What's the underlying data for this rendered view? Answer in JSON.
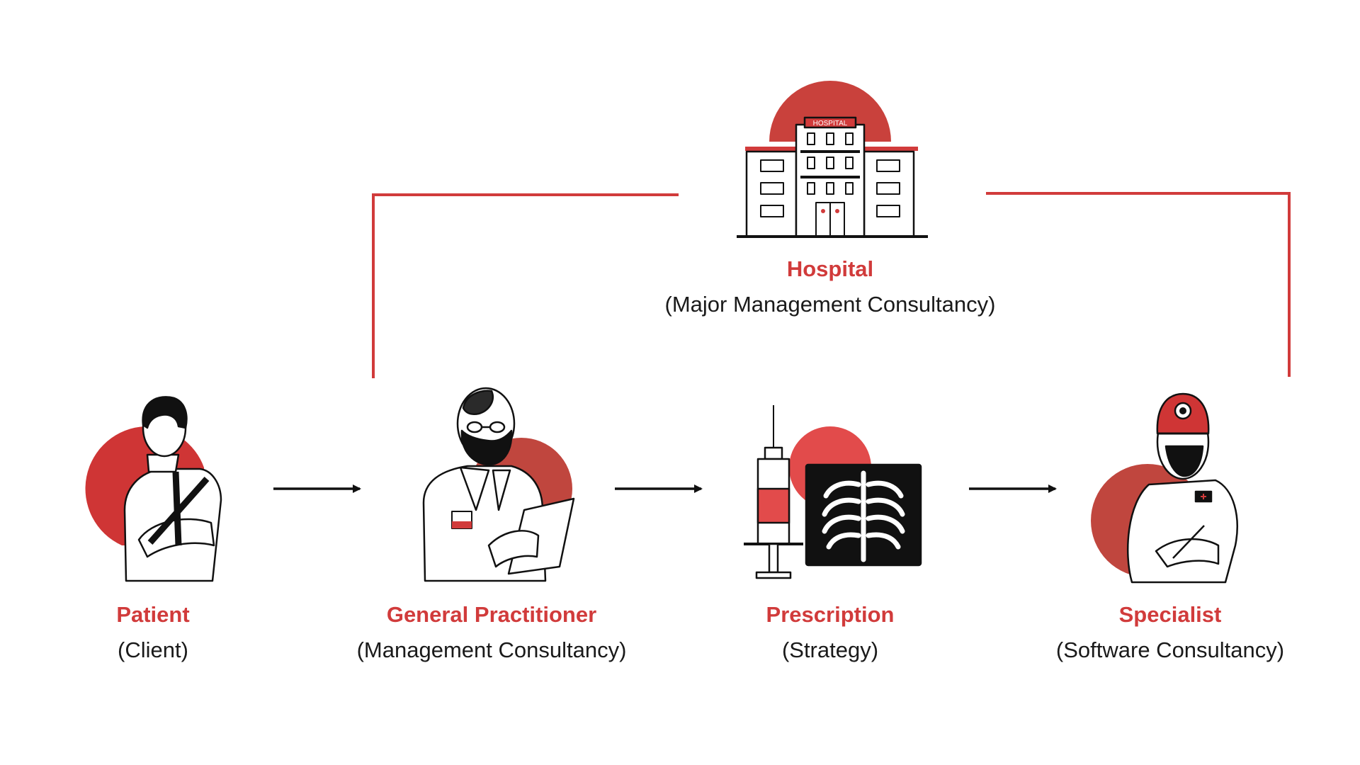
{
  "colors": {
    "accent": "#d13b3b",
    "accent_dark": "#c0463e",
    "ink": "#111111"
  },
  "hospital": {
    "title": "Hospital",
    "subtitle": "(Major Management Consultancy)",
    "sign": "HOSPITAL",
    "icon": "hospital-building-icon"
  },
  "nodes": [
    {
      "title": "Patient",
      "subtitle": "(Client)",
      "icon": "patient-with-sling-icon"
    },
    {
      "title": "General Practitioner",
      "subtitle": "(Management Consultancy)",
      "icon": "doctor-with-clipboard-icon"
    },
    {
      "title": "Prescription",
      "subtitle": "(Strategy)",
      "icon": "syringe-and-xray-icon"
    },
    {
      "title": "Specialist",
      "subtitle": "(Software Consultancy)",
      "icon": "surgeon-specialist-icon"
    }
  ]
}
